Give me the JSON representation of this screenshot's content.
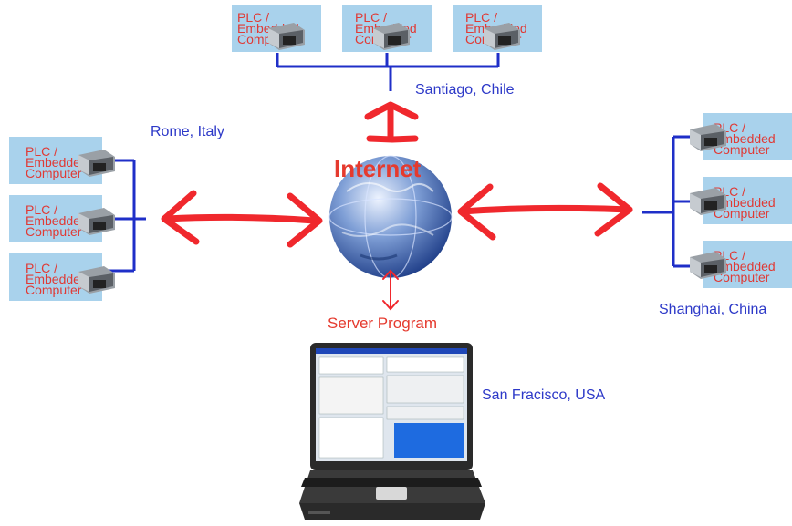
{
  "diagram": {
    "center_label": "Internet",
    "server_label": "Server Program",
    "colors": {
      "arrow": "#f0282d",
      "line": "#1f2fc8",
      "device_bg": "#a9d2ec",
      "device_text": "#e03a35",
      "location_text": "#2d39c8"
    },
    "device_label_line1": "PLC /",
    "device_label_line2": "Embedded",
    "device_label_line3": "Computer",
    "locations": {
      "santiago": "Santiago, Chile",
      "rome": "Rome, Italy",
      "shanghai": "Shanghai, China",
      "sanfrancisco": "San Fracisco, USA"
    }
  }
}
